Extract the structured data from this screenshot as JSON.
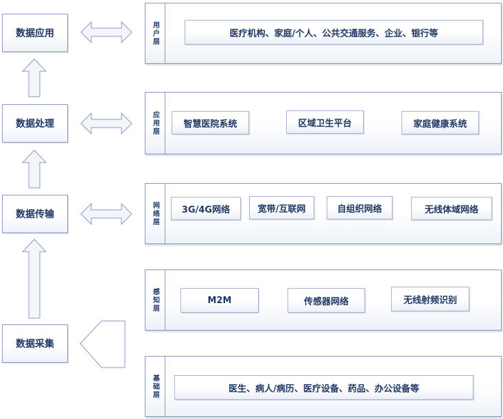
{
  "flow": {
    "application": "数据应用",
    "processing": "数据处理",
    "transmission": "数据传输",
    "collection": "数据采集"
  },
  "layers": {
    "user": {
      "label": "用户层",
      "items": [
        "医疗机构、家庭/个人、公共交通服务、企业、银行等"
      ]
    },
    "app": {
      "label": "应用层",
      "items": [
        "智慧医院系统",
        "区域卫生平台",
        "家庭健康系统"
      ]
    },
    "network": {
      "label": "网络层",
      "items": [
        "3G/4G网络",
        "宽带/互联网",
        "自组织网络",
        "无线体域网络"
      ]
    },
    "perception": {
      "label": "感知层",
      "items": [
        "M2M",
        "传感器网络",
        "无线射频识别"
      ]
    },
    "base": {
      "label": "基础层",
      "items": [
        "医生、病人/病历、医疗设备、药品、办公设备等"
      ]
    }
  },
  "colors": {
    "border": "#8a9ac2",
    "text": "#1f3864",
    "arrow_fill": "#eef1f8"
  }
}
